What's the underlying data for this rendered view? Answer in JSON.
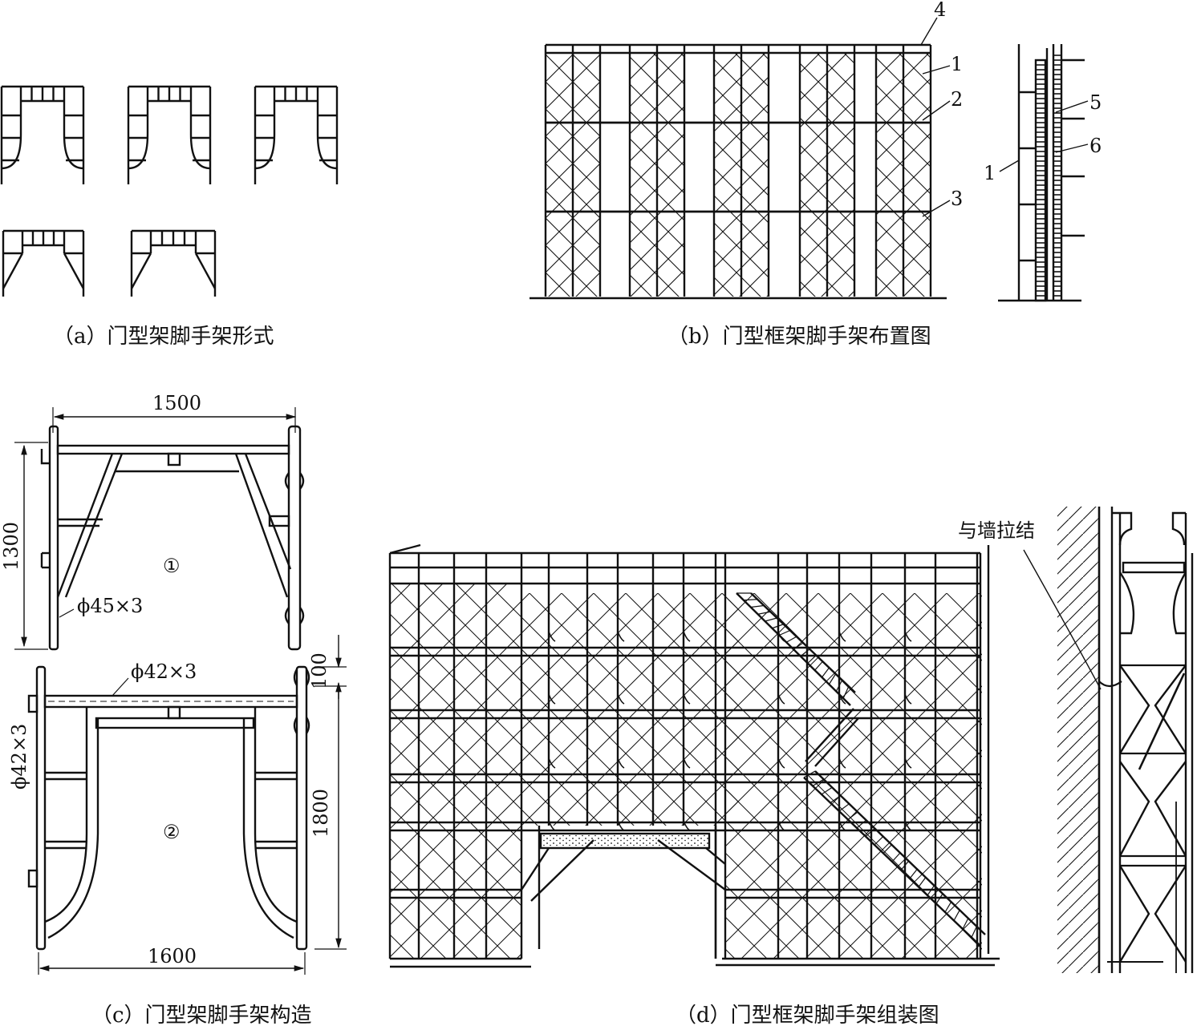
{
  "captions": {
    "a": "（a）门型架脚手架形式",
    "b": "（b）门型框架脚手架布置图",
    "c": "（c）门型架脚手架构造",
    "d": "（d）门型框架脚手架组装图"
  },
  "panel_b": {
    "callouts": [
      "4",
      "1",
      "2",
      "3",
      "5",
      "6",
      "1"
    ]
  },
  "panel_c": {
    "dim_top_width": "1500",
    "dim_left_height": "1300",
    "tube_1": "ϕ45×3",
    "frame_1": "①",
    "tube_2_top": "ϕ42×3",
    "tube_2_side": "ϕ42×3",
    "dim_gap": "100",
    "dim_right_height": "1800",
    "frame_2": "②",
    "dim_bottom_width": "1600"
  },
  "panel_d": {
    "wall_tie_label": "与墙拉结"
  }
}
